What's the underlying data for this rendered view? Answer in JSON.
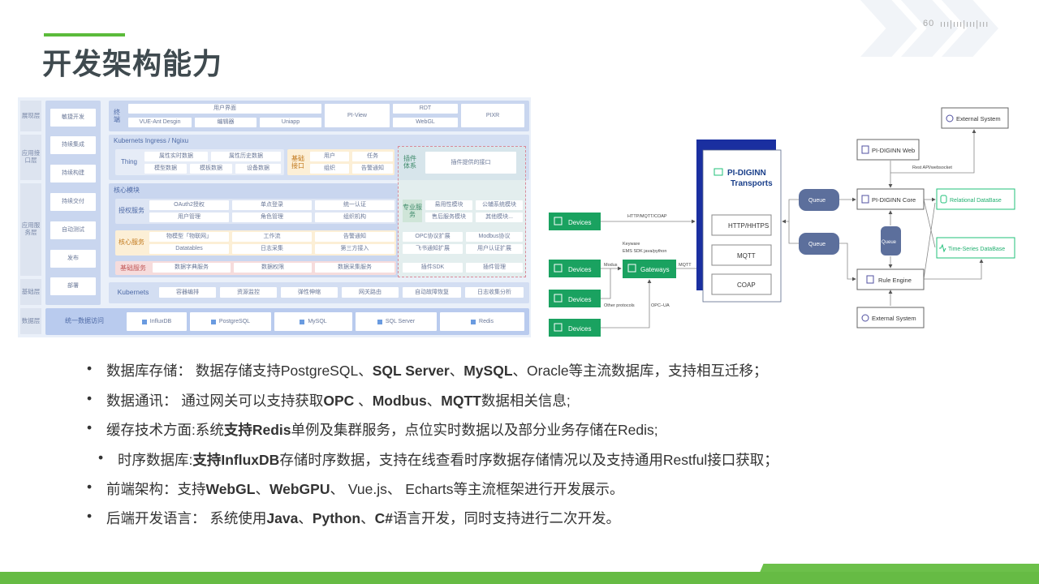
{
  "header": {
    "title": "开发架构能力",
    "page_number": "60",
    "page_ticks": "ııı|ııı|ııı|ııı"
  },
  "arch": {
    "layers": [
      "展现层",
      "应用接口层",
      "应用服务层",
      "基础层",
      "数据层"
    ],
    "devops": [
      "敏捷开发",
      "持续集成",
      "持续构建",
      "持续交付",
      "自动测试",
      "发布",
      "部署"
    ],
    "terminal": {
      "label": "终端",
      "ui": "用户界面",
      "items": [
        "VUE-Ant Desgin",
        "编辑器",
        "Uniapp"
      ],
      "piview": "PI-View",
      "rdt": "RDT",
      "webgl": "WebGL",
      "pixr": "PIXR"
    },
    "interface": {
      "title": "Kubernets Ingress / Ngixu",
      "thing": "Thing",
      "thing_items": [
        "属性实时数据",
        "属性历史数据",
        "模型数据",
        "模板数据",
        "设备数据"
      ],
      "basic_label": "基础接口",
      "basic_items": [
        "用户",
        "任务",
        "组织",
        "告警通知"
      ],
      "plugin_label": "插件体系",
      "plugin_item": "插件提供的接口"
    },
    "service": {
      "title": "核心模块",
      "auth_label": "授权服务",
      "auth_items": [
        "OAuth2授权",
        "单点登录",
        "统一认证",
        "用户管理",
        "角色管理",
        "组织机构"
      ],
      "pro_label": "专业服务",
      "pro_items": [
        "易用性模块",
        "公辅系统模块",
        "售后服务模块",
        "其他模块..."
      ],
      "core_label": "核心服务",
      "core_items": [
        "物模型「物联网」",
        "工作流",
        "告警通知",
        "Datatables",
        "日志采集",
        "第三方接入"
      ],
      "ext_items": [
        "OPC协议扩展",
        "Modbus协议",
        "飞书通知扩展",
        "用户认证扩展"
      ],
      "base_label": "基础服务",
      "base_items": [
        "数据字典服务",
        "数据权限",
        "数据采集服务"
      ],
      "plugin_items": [
        "插件SDK",
        "插件管理"
      ]
    },
    "infra": {
      "label": "Kubernets",
      "items": [
        "容器编排",
        "资源监控",
        "弹性伸缩",
        "网关路由",
        "自动故障恢复",
        "日志收集分析"
      ]
    },
    "data": {
      "label": "统一数据访问",
      "items": [
        "InfluxDB",
        "PostgreSQL",
        "MySQL",
        "SQL Server",
        "Redis"
      ]
    }
  },
  "flow": {
    "devices": "Devices",
    "gateways": "Gateways",
    "transports": [
      "PI-DIGINN",
      "Transports"
    ],
    "protocols": [
      "HTTP/HHTPS",
      "MQTT",
      "COAP"
    ],
    "queue": "Queue",
    "web": "PI-DIGINN Web",
    "core": "PI-DIGINN Core",
    "rule": "Rule Engine",
    "external": "External System",
    "relational": "Relational DataBase",
    "timeseries": "Time-Series DataBase",
    "labels": {
      "http": "HTTP/MQTT/COAP",
      "keyware": "Keyware",
      "sdk": "EMS SDK java/python",
      "modus": "Modus",
      "mqtt": "MQTT",
      "other": "Other protocols",
      "opc": "OPC–UA",
      "rest": "Rest API/websocket"
    },
    "colors": {
      "green": "#1aa260",
      "navy": "#1a2fa0",
      "queue": "#5c6f9c",
      "db": "#22c07a"
    }
  },
  "bullets": [
    [
      [
        "数据库存储： 数据存储支持PostgreSQL、",
        0
      ],
      [
        "SQL Server",
        1
      ],
      [
        "、",
        0
      ],
      [
        "MySQL",
        1
      ],
      [
        "、Oracle等主流数据库，支持相互迁移；",
        0
      ]
    ],
    [
      [
        "数据通讯： 通过网关可以支持获取",
        0
      ],
      [
        "OPC",
        1
      ],
      [
        " 、",
        0
      ],
      [
        "Modbus",
        1
      ],
      [
        "、",
        0
      ],
      [
        "MQTT",
        1
      ],
      [
        "数据相关信息;",
        0
      ]
    ],
    [
      [
        "缓存技术方面:系统",
        0
      ],
      [
        "支持Redis",
        1
      ],
      [
        "单例及集群服务，点位实时数据以及部分业务存储在Redis;",
        0
      ]
    ],
    [
      [
        "时序数据库:",
        0
      ],
      [
        "支持InfluxDB",
        1
      ],
      [
        "存储时序数据，支持在线查看时序数据存储情况以及支持通用Restful接口获取；",
        0
      ]
    ],
    [
      [
        "前端架构：支持",
        0
      ],
      [
        "WebGL",
        1
      ],
      [
        "、",
        0
      ],
      [
        "WebGPU",
        1
      ],
      [
        "、 Vue.js、 Echarts等主流框架进行开发展示。",
        0
      ]
    ],
    [
      [
        "后端开发语言： 系统使用",
        0
      ],
      [
        "Java",
        1
      ],
      [
        "、",
        0
      ],
      [
        "Python",
        1
      ],
      [
        "、",
        0
      ],
      [
        "C#",
        1
      ],
      [
        "语言开发，同时支持进行二次开发。",
        0
      ]
    ]
  ],
  "bullet_symbol": "•"
}
